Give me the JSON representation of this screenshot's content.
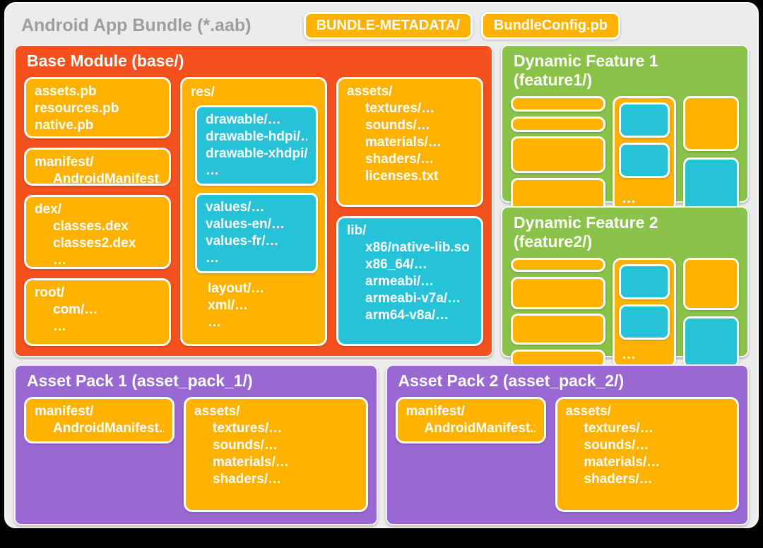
{
  "header": {
    "title": "Android App Bundle (*.aab)",
    "badges": [
      "BUNDLE-METADATA/",
      "BundleConfig.pb"
    ]
  },
  "colors": {
    "orange": "#F4511E",
    "amber": "#FFB300",
    "cyan": "#26C2D8",
    "green": "#8BC34A",
    "purple": "#9A68D3",
    "background": "#ECECEC"
  },
  "base": {
    "title": "Base Module (base/)",
    "meta": [
      "assets.pb",
      "resources.pb",
      "native.pb"
    ],
    "manifest": [
      "manifest/",
      "AndroidManifest.xml"
    ],
    "dex": [
      "dex/",
      "classes.dex",
      "classes2.dex",
      "…"
    ],
    "root": [
      "root/",
      "com/…",
      "…"
    ],
    "res": {
      "label": "res/",
      "drawable": [
        "drawable/…",
        "drawable-hdpi/…",
        "drawable-xhdpi/…",
        "…"
      ],
      "values": [
        "values/…",
        "values-en/…",
        "values-fr/…",
        "…"
      ],
      "other": [
        "layout/…",
        "xml/…",
        "…"
      ]
    },
    "assets": [
      "assets/",
      "textures/…",
      "sounds/…",
      "materials/…",
      "shaders/…",
      "licenses.txt"
    ],
    "lib": [
      "lib/",
      "x86/native-lib.so",
      "x86_64/…",
      "armeabi/…",
      "armeabi-v7a/…",
      "arm64-v8a/…"
    ]
  },
  "features": [
    {
      "title": "Dynamic Feature 1 (feature1/)",
      "ellipsis": "…"
    },
    {
      "title": "Dynamic Feature 2 (feature2/)",
      "ellipsis": "…"
    }
  ],
  "asset_packs": [
    {
      "title": "Asset Pack 1 (asset_pack_1/)",
      "manifest": [
        "manifest/",
        "AndroidManifest.xml"
      ],
      "assets": [
        "assets/",
        "textures/…",
        "sounds/…",
        "materials/…",
        "shaders/…"
      ]
    },
    {
      "title": "Asset Pack 2 (asset_pack_2/)",
      "manifest": [
        "manifest/",
        "AndroidManifest.xml"
      ],
      "assets": [
        "assets/",
        "textures/…",
        "sounds/…",
        "materials/…",
        "shaders/…"
      ]
    }
  ]
}
